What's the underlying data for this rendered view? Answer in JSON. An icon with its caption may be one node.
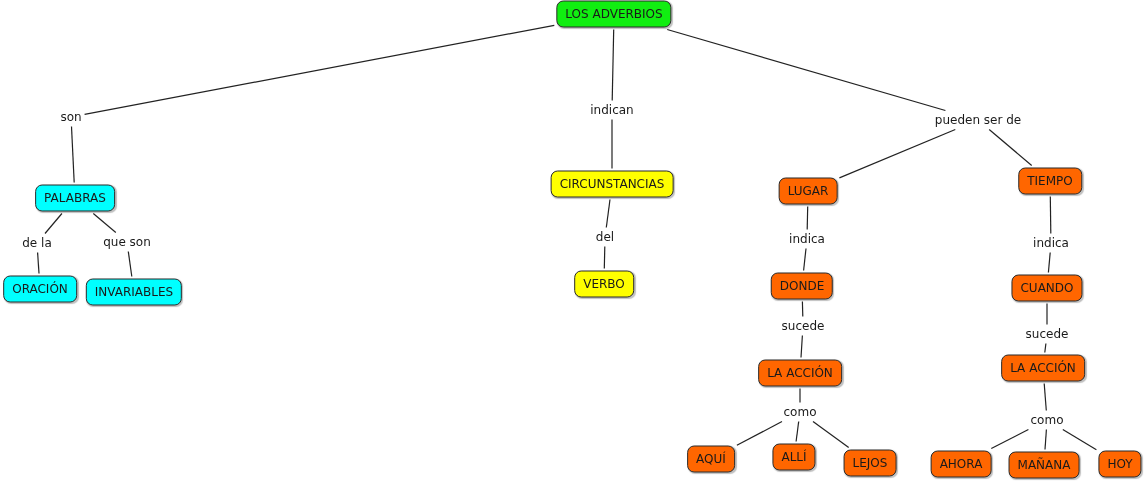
{
  "diagram": {
    "nodes": [
      {
        "text": [
          "LOS ADVERBIOS"
        ]
      },
      {
        "text": [
          "son"
        ]
      },
      {
        "text": [
          "indican"
        ]
      },
      {
        "text": [
          "pueden ser de"
        ]
      },
      {
        "text": [
          "PALABRAS"
        ]
      },
      {
        "text": [
          "CIRCUNSTANCIAS"
        ]
      },
      {
        "text": [
          "LUGAR"
        ]
      },
      {
        "text": [
          "TIEMPO"
        ]
      },
      {
        "text": [
          "de la"
        ]
      },
      {
        "text": [
          "que son"
        ]
      },
      {
        "text": [
          "del"
        ]
      },
      {
        "text": [
          "indica"
        ]
      },
      {
        "text": [
          "indica"
        ]
      },
      {
        "text": [
          "ORACIÓN"
        ]
      },
      {
        "text": [
          "INVARIABLES"
        ]
      },
      {
        "text": [
          "VERBO"
        ]
      },
      {
        "text": [
          "DONDE"
        ]
      },
      {
        "text": [
          "CUANDO"
        ]
      },
      {
        "text": [
          "sucede"
        ]
      },
      {
        "text": [
          "sucede"
        ]
      },
      {
        "text": [
          "LA ACCIÓN"
        ]
      },
      {
        "text": [
          "LA ACCIÓN"
        ]
      },
      {
        "text": [
          "como"
        ]
      },
      {
        "text": [
          "como"
        ]
      },
      {
        "text": [
          "AQUÍ"
        ]
      },
      {
        "text": [
          "ALLÍ"
        ]
      },
      {
        "text": [
          "LEJOS"
        ]
      },
      {
        "text": [
          "AHORA"
        ]
      },
      {
        "text": [
          "MAÑANA"
        ]
      },
      {
        "text": [
          "HOY"
        ]
      }
    ],
    "edges": [
      {
        "from": 0,
        "to": 1,
        "arrow": "none"
      },
      {
        "from": 1,
        "to": 4,
        "arrow": "none"
      },
      {
        "from": 0,
        "to": 2,
        "arrow": "none"
      },
      {
        "from": 2,
        "to": 5,
        "arrow": "none"
      },
      {
        "from": 0,
        "to": 3,
        "arrow": "none"
      },
      {
        "from": 3,
        "to": 6,
        "arrow": "none"
      },
      {
        "from": 3,
        "to": 7,
        "arrow": "none"
      },
      {
        "from": 4,
        "to": 8,
        "arrow": "none"
      },
      {
        "from": 8,
        "to": 13,
        "arrow": "none"
      },
      {
        "from": 4,
        "to": 9,
        "arrow": "none"
      },
      {
        "from": 9,
        "to": 14,
        "arrow": "none"
      },
      {
        "from": 5,
        "to": 10,
        "arrow": "none"
      },
      {
        "from": 10,
        "to": 15,
        "arrow": "none"
      },
      {
        "from": 6,
        "to": 11,
        "arrow": "none"
      },
      {
        "from": 11,
        "to": 16,
        "arrow": "none"
      },
      {
        "from": 7,
        "to": 12,
        "arrow": "none"
      },
      {
        "from": 12,
        "to": 17,
        "arrow": "none"
      },
      {
        "from": 16,
        "to": 18,
        "arrow": "none"
      },
      {
        "from": 18,
        "to": 20,
        "arrow": "none"
      },
      {
        "from": 17,
        "to": 19,
        "arrow": "none"
      },
      {
        "from": 19,
        "to": 21,
        "arrow": "none"
      },
      {
        "from": 20,
        "to": 22,
        "arrow": "none"
      },
      {
        "from": 22,
        "to": 24,
        "arrow": "none"
      },
      {
        "from": 22,
        "to": 25,
        "arrow": "none"
      },
      {
        "from": 22,
        "to": 26,
        "arrow": "none"
      },
      {
        "from": 21,
        "to": 23,
        "arrow": "none"
      },
      {
        "from": 23,
        "to": 27,
        "arrow": "none"
      },
      {
        "from": 23,
        "to": 28,
        "arrow": "none"
      },
      {
        "from": 23,
        "to": 29,
        "arrow": "none"
      }
    ]
  }
}
